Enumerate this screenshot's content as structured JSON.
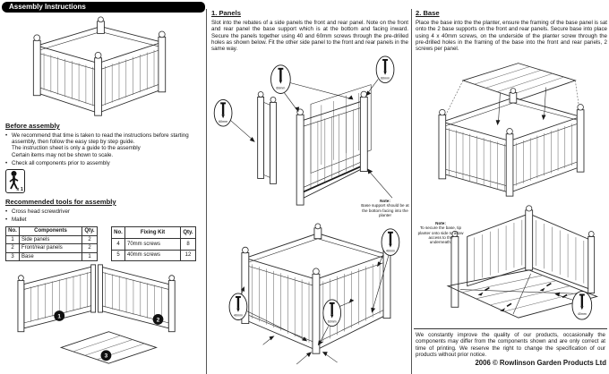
{
  "header": {
    "title": "Assembly Instructions"
  },
  "left": {
    "before": {
      "heading": "Before assembly",
      "bullet1": "We recommend that time is taken to read the instructions before starting assembly, then follow the easy step by step guide.\nThe instruction sheet is only a guide to the assembly\nCertain items may not be shown to scale.",
      "bullet2": "Check all components prior to assembly",
      "person_count": "x 1"
    },
    "tools": {
      "heading": "Recommended tools for assembly",
      "items": [
        "Cross head screwdriver",
        "Mallet"
      ]
    },
    "components_table": {
      "headers": [
        "No.",
        "Components",
        "Qty."
      ],
      "rows": [
        [
          "1",
          "Side panels",
          "2"
        ],
        [
          "2",
          "Front/rear panels",
          "2"
        ],
        [
          "3",
          "Base",
          "1"
        ]
      ]
    },
    "fixing_table": {
      "headers": [
        "No.",
        "Fixing Kit",
        "Qty."
      ],
      "rows": [
        [
          "4",
          "70mm screws",
          "8"
        ],
        [
          "5",
          "40mm screws",
          "12"
        ]
      ]
    },
    "part_labels": [
      "1",
      "2",
      "3"
    ]
  },
  "step1": {
    "heading": "1. Panels",
    "body": "Slot into the rebates of a side panels the front and rear panel. Note on the front and rear panel the base support which is at the bottom and facing inward. Secure the panels together using 40 and 60mm screws through the pre-drilled holes as shown below. Fit the other side panel to the front and rear panels in the same way.",
    "note_title": "Note:",
    "note_body": "Base support should be at the bottom facing into the planter",
    "exploded_callouts": [
      "60mm",
      "60mm",
      "60mm"
    ],
    "assembled_callouts": [
      "40mm",
      "60mm",
      "40mm"
    ]
  },
  "step2": {
    "heading": "2. Base",
    "body": "Place the base into the the planter, ensure the framing of the base panel is sat onto the 2 base supports on the front and rear panels. Secure base into place using 4 x 40mm screws, on the underside of the planter screw through the pre-drilled holes in the framing of the base into the front and rear panels, 2 screws per panel.",
    "note_title": "Note:",
    "note_body": "To secure the base, tip planter onto side to allow access to the underneath.",
    "callout_label": "40mm"
  },
  "footer": {
    "disclaimer": "We constantly improve the quality of our products, occasionally the components may differ from the components shown and are only correct at time of printing. We reserve the right to change the specification of our products without prior notice.",
    "copyright": "2006 © Rowlinson Garden Products Ltd"
  }
}
